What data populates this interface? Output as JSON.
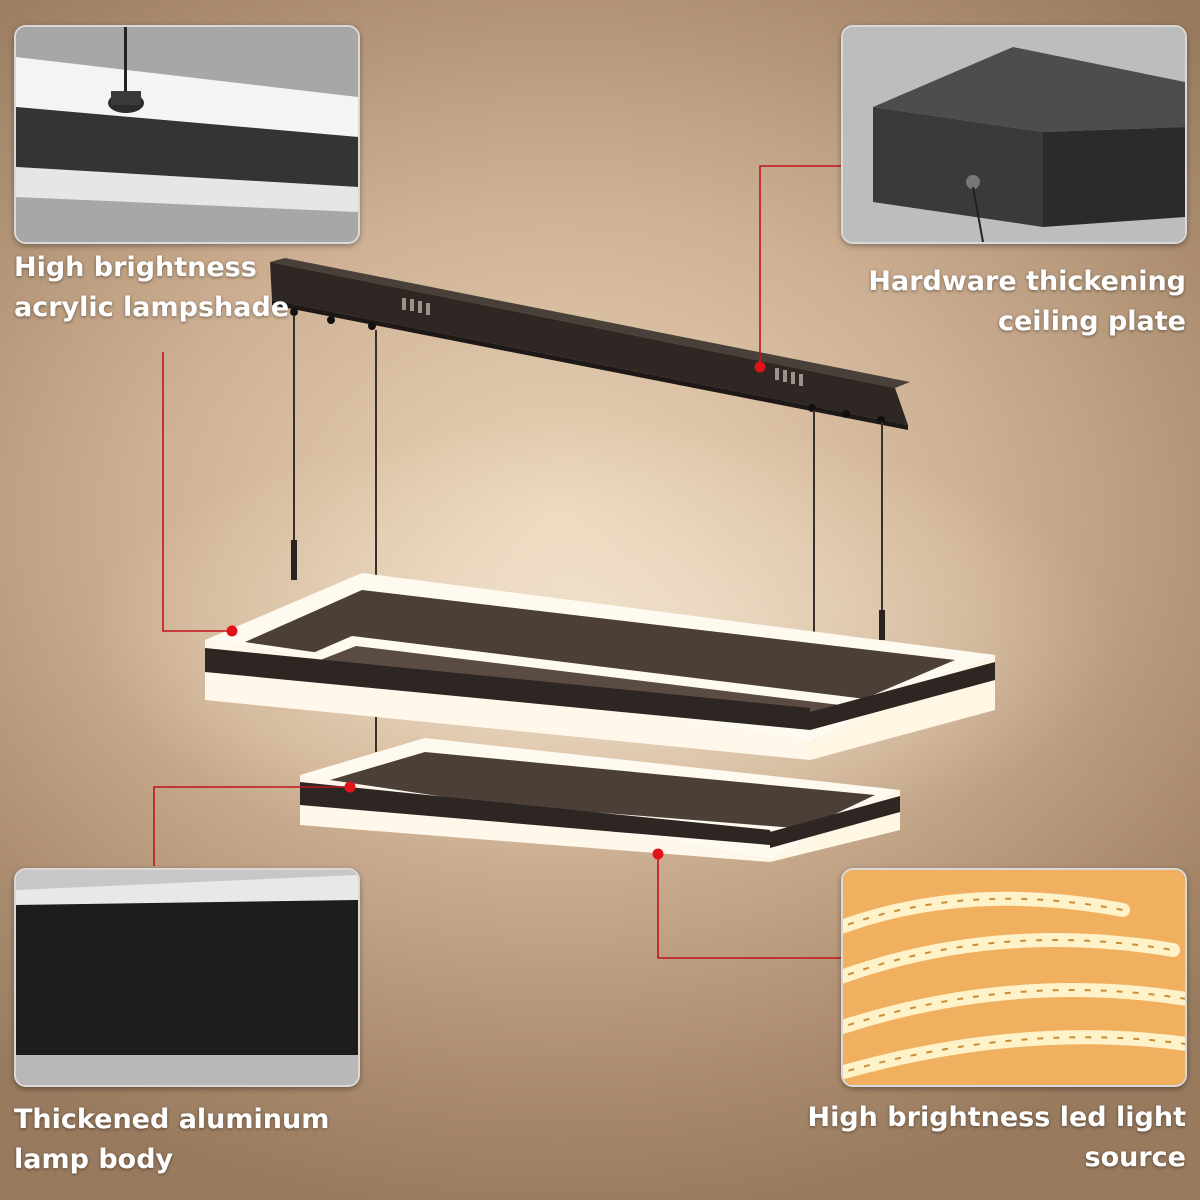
{
  "callouts": {
    "top_left": {
      "line1": "High brightness",
      "line2": "acrylic lampshade"
    },
    "top_right": {
      "line1": "Hardware thickening",
      "line2": "ceiling plate"
    },
    "bottom_left": {
      "line1": "Thickened aluminum",
      "line2": "lamp body"
    },
    "bottom_right": {
      "line1": "High brightness led light",
      "line2": "source"
    }
  },
  "colors": {
    "leader_line": "#c0151b",
    "caption_text": "#ffffff",
    "lamp_frame": "#2e2622",
    "acrylic_glow": "#fffdf6"
  },
  "icons": [
    "acrylic-shade-detail",
    "ceiling-plate-detail",
    "aluminum-body-detail",
    "led-strip-detail"
  ]
}
